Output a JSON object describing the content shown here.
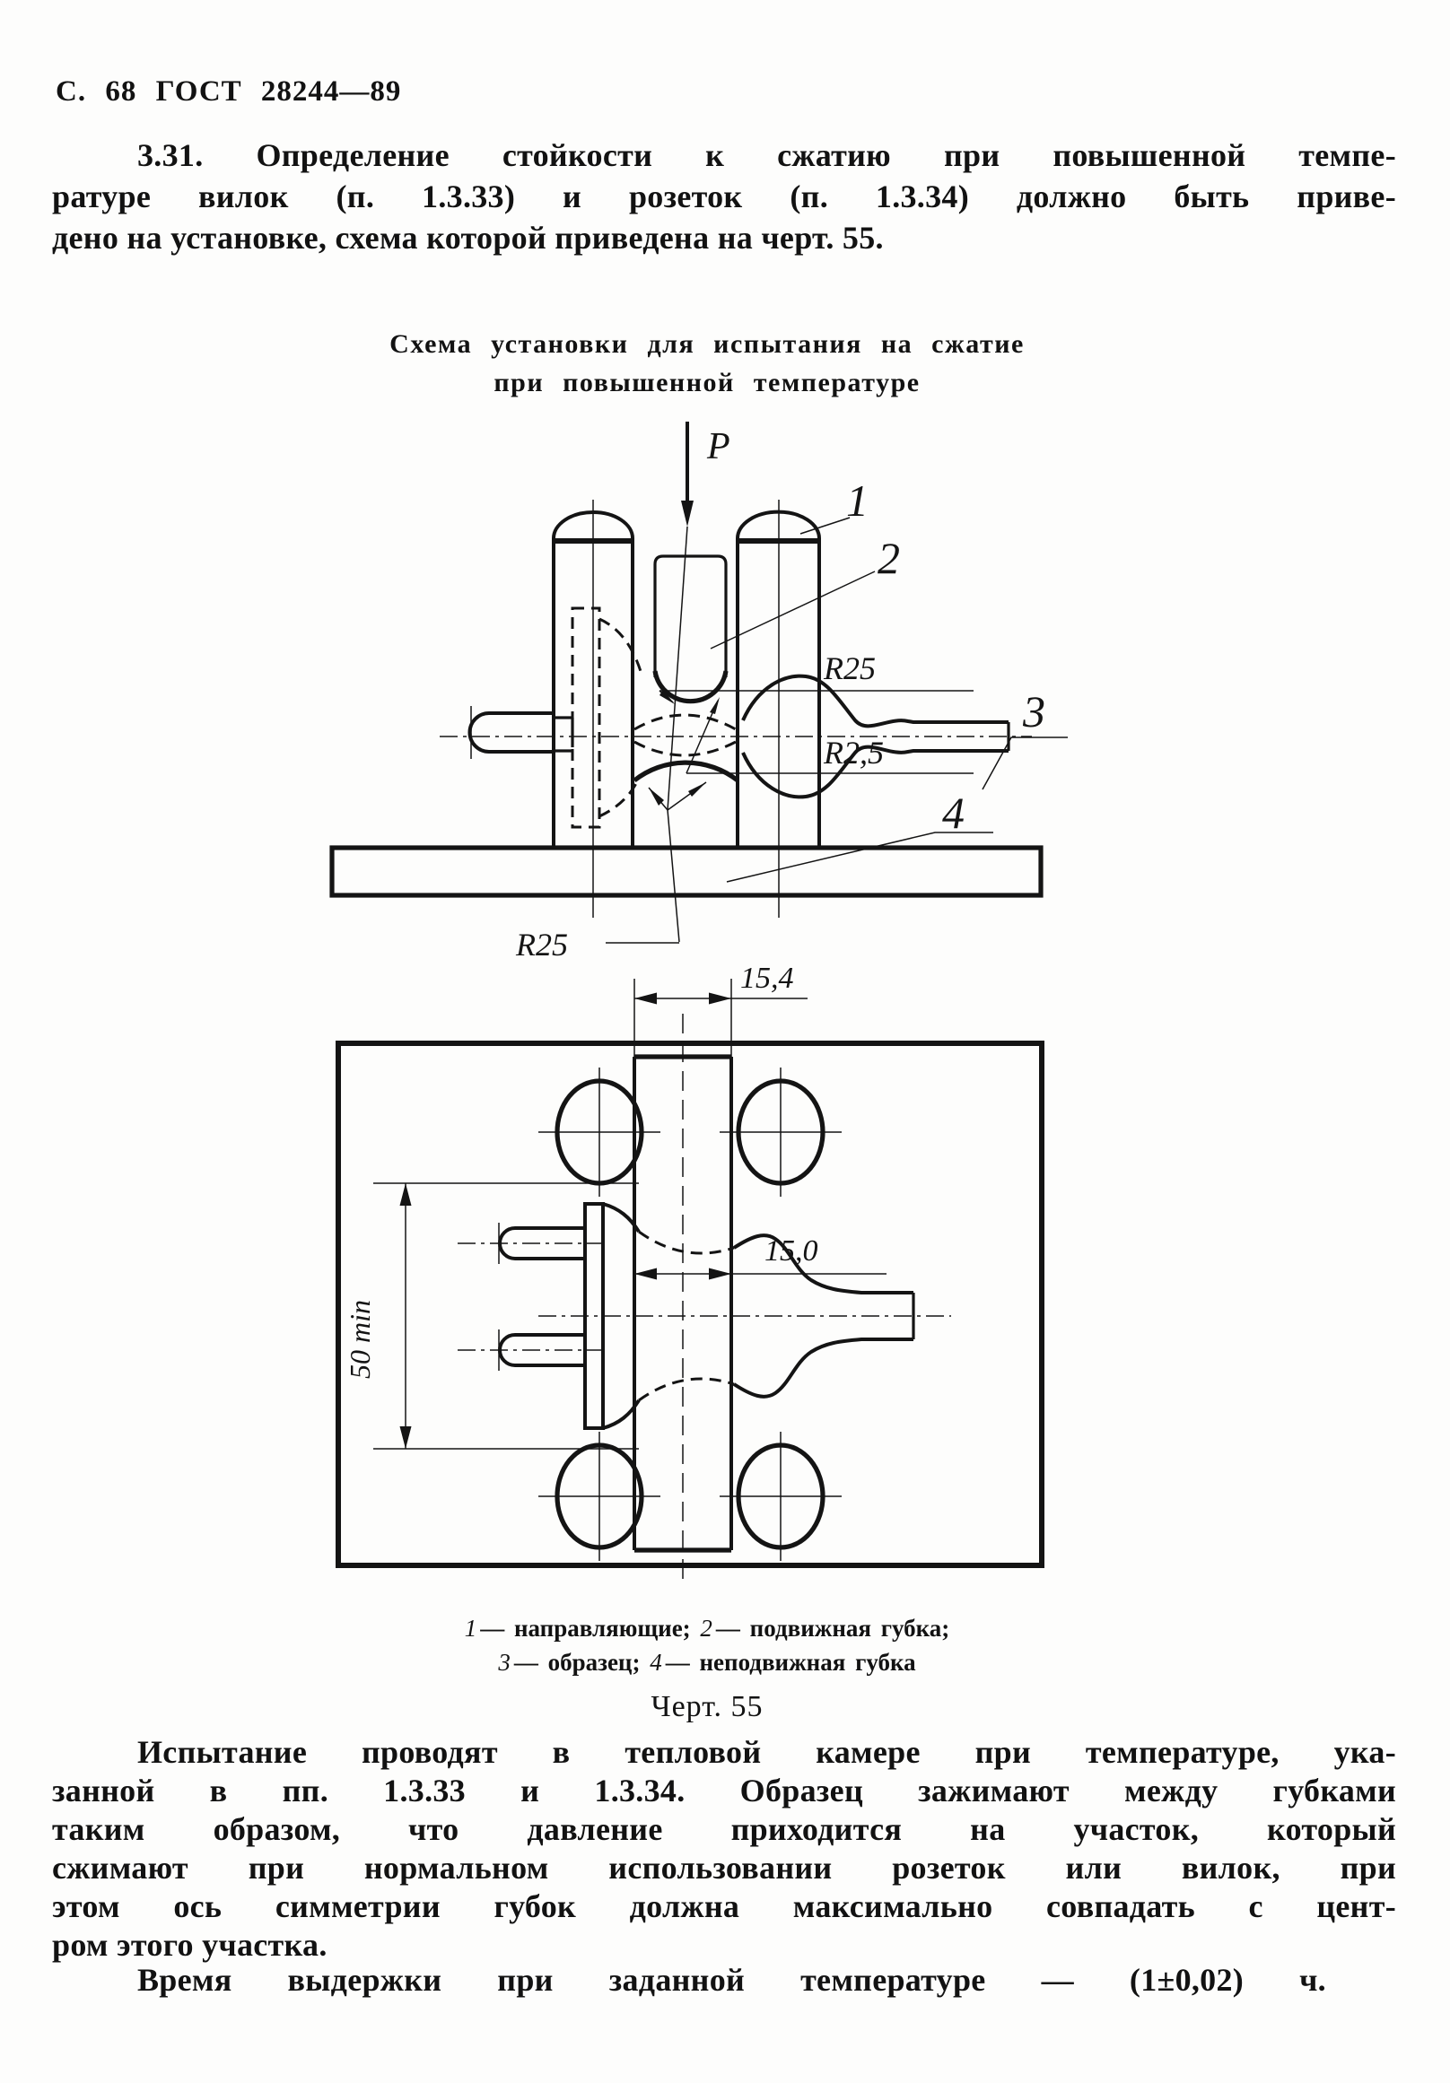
{
  "header": {
    "text": "С. 68 ГОСТ 28244—89"
  },
  "para_331": {
    "lines": [
      "3.31. Определение стойкости к сжатию при повышенной темпе-",
      "ратуре вилок (п. 1.3.33) и розеток (п. 1.3.34) должно быть приве-",
      "дено на установке, схема которой приведена на черт. 55."
    ]
  },
  "figure": {
    "title_line1": "Схема установки для испытания на сжатие",
    "title_line2": "при повышенной температуре",
    "caption": "Черт. 55",
    "labels": {
      "force": "P",
      "guide": "1",
      "movable_jaw": "2",
      "specimen": "3",
      "fixed_jaw": "4",
      "radius_large_top": "R25",
      "radius_small": "R2,5",
      "radius_large_bottom": "R25"
    },
    "dimensions": {
      "width_top": "15,4",
      "width_jaw": "15,0",
      "length_min": "50 min"
    },
    "legend": [
      {
        "num": "1",
        "text": "— направляющие;"
      },
      {
        "num": "2",
        "text": "— подвижная губка;"
      },
      {
        "num": "3",
        "text": "— образец;"
      },
      {
        "num": "4",
        "text": "— неподвижная губка"
      }
    ]
  },
  "para_test": {
    "lines": [
      "Испытание проводят в тепловой камере при температуре, ука-",
      "занной в пп. 1.3.33 и 1.3.34. Образец зажимают между губками",
      "таким образом, что давление приходится на участок, который",
      "сжимают при нормальном использовании розеток или вилок, при",
      "этом ось симметрии губок должна максимально совпадать с цент-",
      "ром этого участка."
    ]
  },
  "para_time": {
    "lines": [
      "Время выдержки при заданной температуре — (1±0,02) ч."
    ]
  }
}
